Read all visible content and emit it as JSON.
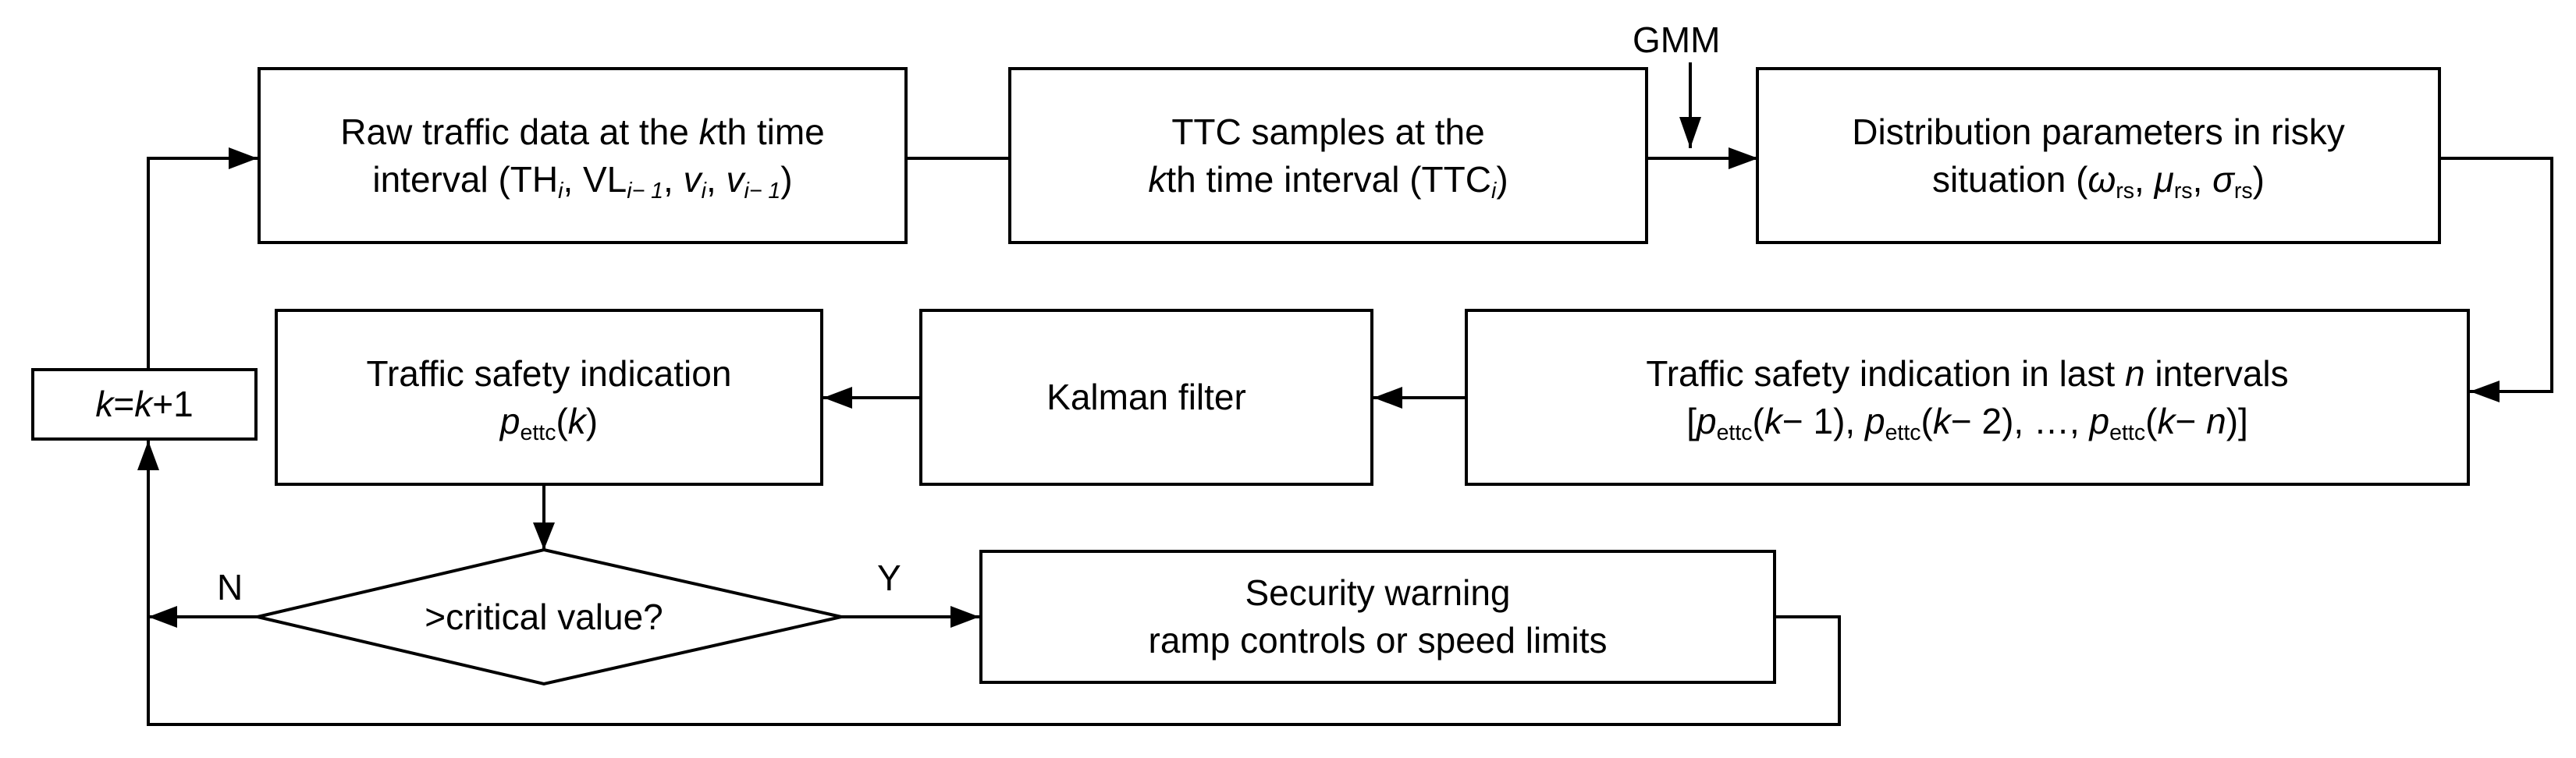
{
  "nodes": {
    "raw_data": {
      "line1": {
        "a": "Raw traffic data at the ",
        "b": "k",
        "c": "th time"
      },
      "line2": {
        "a": "interval (TH",
        "a_sub": "i",
        "b": ", VL",
        "b_sub": "i− 1",
        "c": ", ",
        "d": "v",
        "d_sub": "i",
        "e": ", ",
        "f": "v",
        "f_sub": "i− 1",
        "g": ")"
      }
    },
    "ttc_samples": {
      "line1": "TTC samples at the",
      "line2": {
        "a": "k",
        "b": "th time interval  (TTC",
        "b_sub": "i",
        "c": ")"
      }
    },
    "distribution": {
      "line1": "Distribution parameters in risky",
      "line2": {
        "a": "situation (",
        "b": "ω",
        "b_sub": "rs",
        "c": ", ",
        "d": "μ",
        "d_sub": "rs",
        "e": ", ",
        "f": "σ",
        "f_sub": "rs",
        "g": ")"
      }
    },
    "last_n": {
      "line1": {
        "a": "Traffic safety indication in last ",
        "b": "n",
        "c": " intervals"
      },
      "line2": {
        "a": "[",
        "b": "p",
        "b_sub": "ettc",
        "c": "(",
        "d": "k",
        "e": "− 1), ",
        "f": "p",
        "f_sub": "ettc",
        "g": "(",
        "h": "k",
        "i": "− 2), …, ",
        "j": "p",
        "j_sub": "ettc",
        "k": "(",
        "l": "k",
        "m": "− ",
        "n": "n",
        "o": ")]"
      }
    },
    "kalman": {
      "label": "Kalman filter"
    },
    "safety_indication": {
      "line1": "Traffic safety indication",
      "line2": {
        "a": "p",
        "a_sub": "ettc",
        "b": "(",
        "c": "k",
        "d": ")"
      }
    },
    "counter": {
      "a": "k",
      "b": "=",
      "c": "k",
      "d": "+1"
    },
    "decision": {
      "label": ">critical value?"
    },
    "warning": {
      "line1": "Security warning",
      "line2": "ramp controls or speed limits"
    }
  },
  "edge_labels": {
    "gmm": "GMM",
    "no": "N",
    "yes": "Y"
  }
}
